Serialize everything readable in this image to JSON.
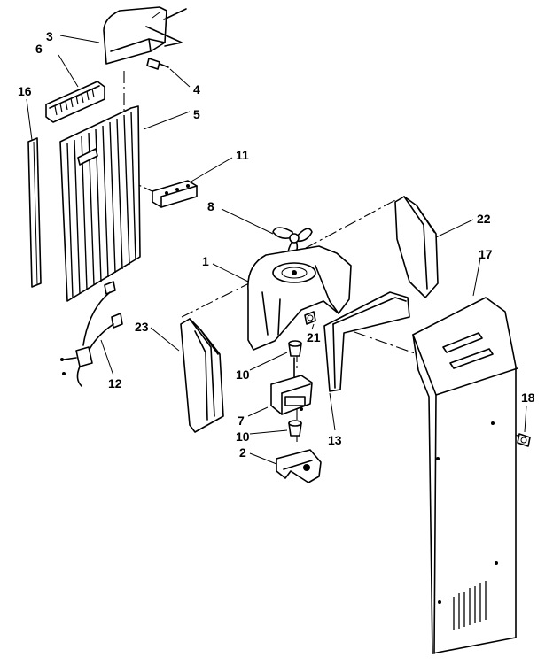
{
  "diagram": {
    "callouts": [
      "3",
      "6",
      "4",
      "5",
      "16",
      "11",
      "8",
      "22",
      "1",
      "17",
      "23",
      "10",
      "21",
      "12",
      "7",
      "13",
      "18",
      "10",
      "2"
    ]
  }
}
